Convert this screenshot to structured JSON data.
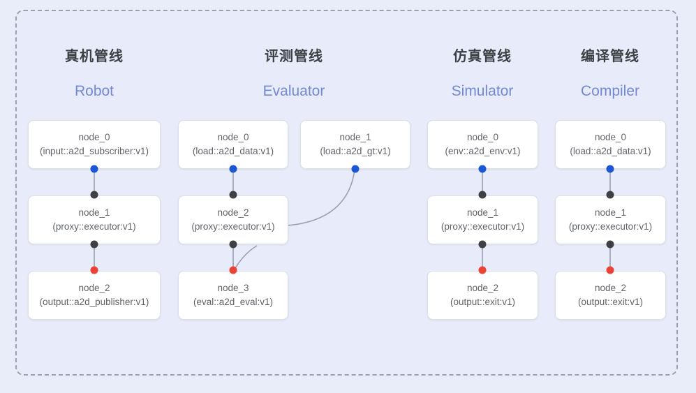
{
  "diagram": {
    "title_cn_set": [
      "真机管线",
      "评测管线",
      "仿真管线",
      "编译管线"
    ],
    "colors": {
      "canvas_bg": "#e9edf9",
      "group_bg": "#e8ecfa",
      "group_border": "#9aa0ac",
      "heading_cn": "#3c4043",
      "heading_en": "#7289d2",
      "node_bg": "#ffffff",
      "node_border": "#dcdfe6",
      "node_text": "#5f6368",
      "edge": "#9aa0b0",
      "port_input": "#1a56d6",
      "port_proxy": "#3f4043",
      "port_output": "#ea4335"
    }
  },
  "columns": [
    {
      "name": "robot",
      "heading_cn": "真机管线",
      "heading_en": "Robot",
      "nodes": [
        {
          "id": "node_0",
          "type": "(input::a2d_subscriber:v1)"
        },
        {
          "id": "node_1",
          "type": "(proxy::executor:v1)"
        },
        {
          "id": "node_2",
          "type": "(output::a2d_publisher:v1)"
        }
      ]
    },
    {
      "name": "evaluator",
      "heading_cn": "评测管线",
      "heading_en": "Evaluator",
      "nodes": [
        {
          "id": "node_0",
          "type": "(load::a2d_data:v1)"
        },
        {
          "id": "node_1",
          "type": "(load::a2d_gt:v1)"
        },
        {
          "id": "node_2",
          "type": "(proxy::executor:v1)"
        },
        {
          "id": "node_3",
          "type": "(eval::a2d_eval:v1)"
        }
      ]
    },
    {
      "name": "simulator",
      "heading_cn": "仿真管线",
      "heading_en": "Simulator",
      "nodes": [
        {
          "id": "node_0",
          "type": "(env::a2d_env:v1)"
        },
        {
          "id": "node_1",
          "type": "(proxy::executor:v1)"
        },
        {
          "id": "node_2",
          "type": "(output::exit:v1)"
        }
      ]
    },
    {
      "name": "compiler",
      "heading_cn": "编译管线",
      "heading_en": "Compiler",
      "nodes": [
        {
          "id": "node_0",
          "type": "(load::a2d_data:v1)"
        },
        {
          "id": "node_1",
          "type": "(proxy::executor:v1)"
        },
        {
          "id": "node_2",
          "type": "(output::exit:v1)"
        }
      ]
    }
  ]
}
